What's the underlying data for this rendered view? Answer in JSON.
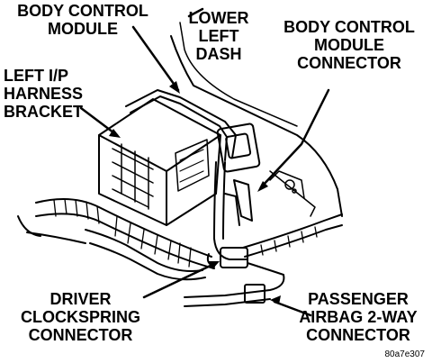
{
  "labels": {
    "body_control_module": [
      "BODY CONTROL",
      "MODULE"
    ],
    "lower_left_dash": [
      "LOWER",
      "LEFT",
      "DASH"
    ],
    "bcm_connector": [
      "BODY CONTROL",
      "MODULE",
      "CONNECTOR"
    ],
    "left_ip_harness_bracket": [
      "LEFT I/P",
      "HARNESS",
      "BRACKET"
    ],
    "driver_clockspring_connector": [
      "DRIVER",
      "CLOCKSPRING",
      "CONNECTOR"
    ],
    "passenger_airbag_connector": [
      "PASSENGER",
      "AIRBAG 2-WAY",
      "CONNECTOR"
    ]
  },
  "figure_id": "80a7e307"
}
